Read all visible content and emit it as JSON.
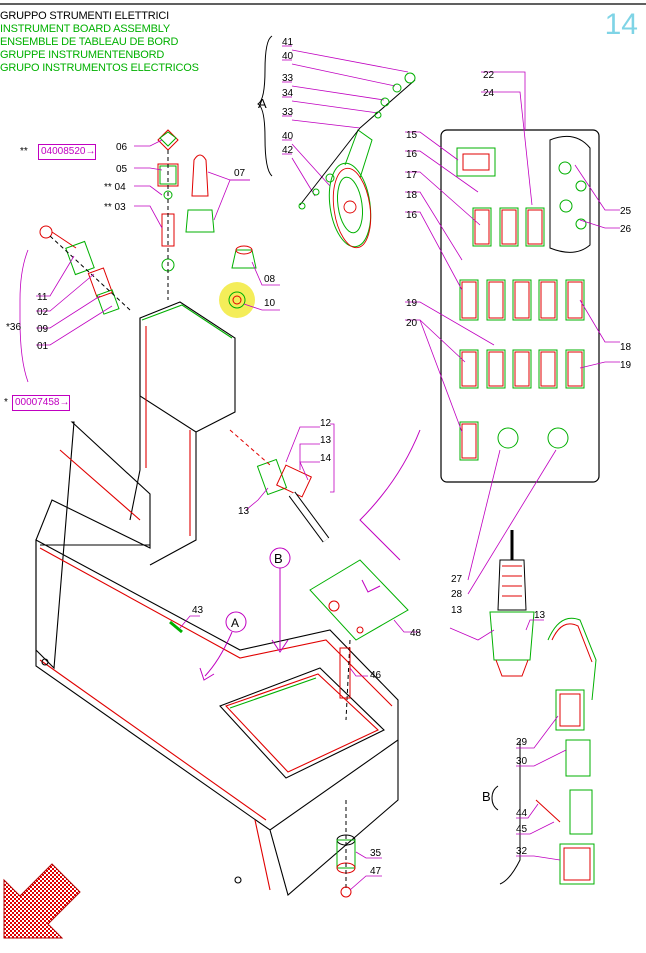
{
  "header": {
    "lines": [
      {
        "text": "GRUPPO  STRUMENTI  ELETTRICI",
        "color": "#000000"
      },
      {
        "text": "INSTRUMENT  BOARD  ASSEMBLY",
        "color": "#00b000"
      },
      {
        "text": "ENSEMBLE  DE  TABLEAU  DE  BORD",
        "color": "#00b000"
      },
      {
        "text": "GRUPPE  INSTRUMENTENBORD",
        "color": "#00b000"
      },
      {
        "text": "GRUPO  INSTRUMENTOS  ELECTRICOS",
        "color": "#00b000"
      }
    ],
    "page_number": "14"
  },
  "refs": {
    "ref1": {
      "mark": "**",
      "code": "04008520",
      "arrow": "→"
    },
    "ref2": {
      "mark": "*",
      "code": "00007458",
      "arrow": "→"
    }
  },
  "detail_labels": {
    "A_top": "A",
    "A_main": "A",
    "B_main": "B",
    "B_detail": "B"
  },
  "part_labels": {
    "p41": "41",
    "p40a": "40",
    "p33a": "33",
    "p34": "34",
    "p33b": "33",
    "p40b": "40",
    "p42": "42",
    "p22": "22",
    "p24": "24",
    "p15": "15",
    "p16a": "16",
    "p17": "17",
    "p18a": "18",
    "p16b": "16",
    "p25": "25",
    "p26": "26",
    "p18b": "18",
    "p19a": "19",
    "p20": "20",
    "p19b": "19",
    "p06": "06",
    "p05": "05",
    "p04": "** 04",
    "p03": "** 03",
    "p07": "07",
    "p11": "11",
    "p02": "02",
    "p09": "09",
    "p01": "01",
    "p36": "*36",
    "p08": "08",
    "p10": "10",
    "p12": "12",
    "p13a": "13",
    "p14": "14",
    "p13b": "13",
    "p27": "27",
    "p28": "28",
    "p13c": "13",
    "p13d": "13",
    "p43": "43",
    "p48": "48",
    "p46": "46",
    "p29": "29",
    "p30": "30",
    "p44": "44",
    "p45": "45",
    "p32": "32",
    "p35": "35",
    "p47": "47"
  },
  "colors": {
    "red": "#e00000",
    "green": "#00b000",
    "magenta": "#c000c0",
    "black": "#000000",
    "highlight": "#f2ea3c"
  }
}
